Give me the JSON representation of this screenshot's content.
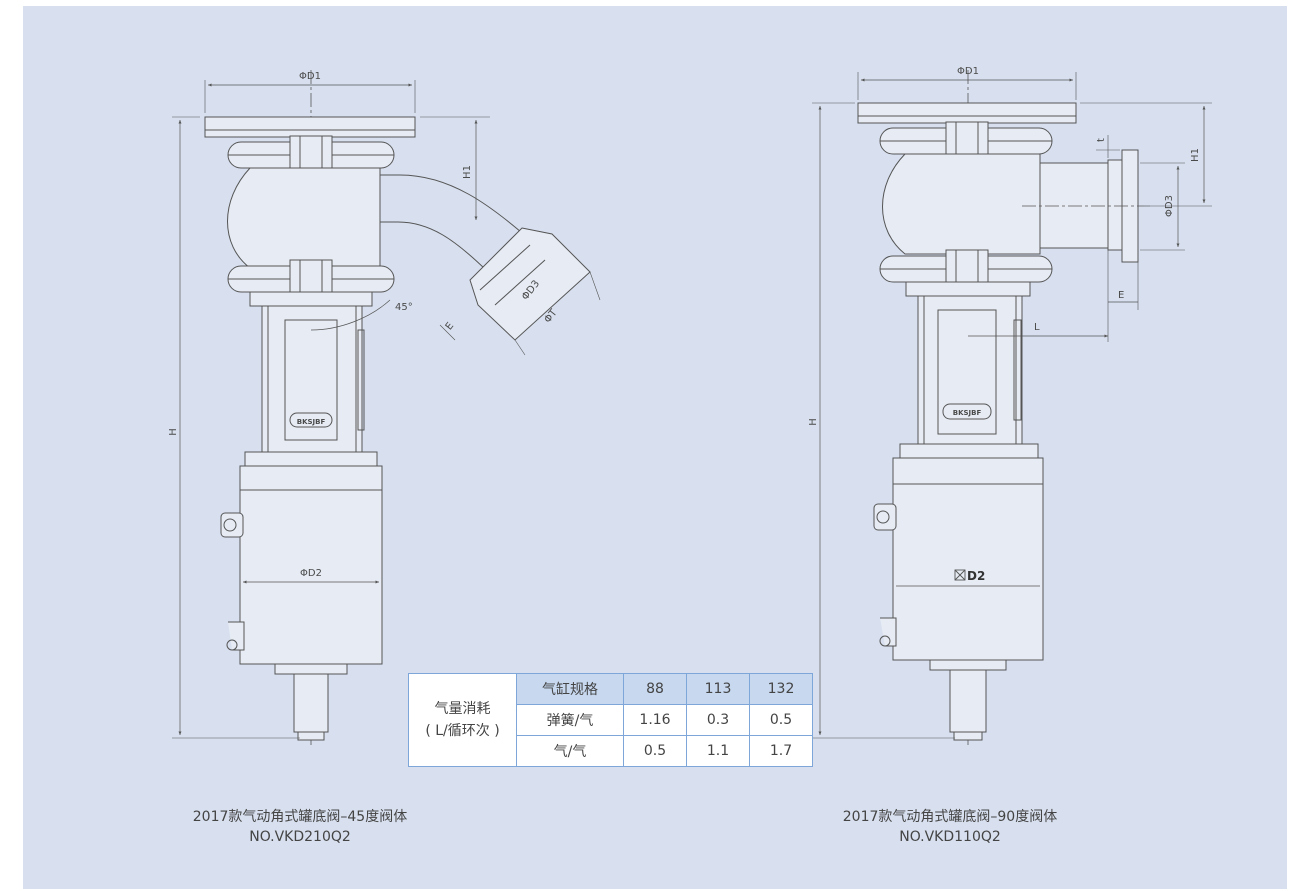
{
  "left_drawing": {
    "labels": {
      "d1": "ΦD1",
      "h1": "H1",
      "h": "H",
      "angle": "45°",
      "d3": "ΦD3",
      "t": "ΦT",
      "e": "E",
      "d2": "ΦD2",
      "brand": "BKSJBF"
    },
    "caption_line1": "2017款气动角式罐底阀–45度阀体",
    "caption_line2": "NO.VKD210Q2"
  },
  "right_drawing": {
    "labels": {
      "d1": "ΦD1",
      "h1": "H1",
      "h": "H",
      "t": "t",
      "d3": "ΦD3",
      "e": "E",
      "l": "L",
      "d2": "D2",
      "brand": "BKSJBF"
    },
    "caption_line1": "2017款气动角式罐底阀–90度阀体",
    "caption_line2": "NO.VKD110Q2"
  },
  "table": {
    "row_header_line1": "气量消耗",
    "row_header_line2": "( L/循环次 )",
    "rows": [
      {
        "label": "气缸规格",
        "values": [
          "88",
          "113",
          "132"
        ]
      },
      {
        "label": "弹簧/气",
        "values": [
          "1.16",
          "0.3",
          "0.5"
        ]
      },
      {
        "label": "气/气",
        "values": [
          "0.5",
          "1.1",
          "1.7"
        ]
      }
    ]
  },
  "colors": {
    "panel_bg": "#d8e0ef",
    "line": "#555555",
    "table_border": "#7ea6d8",
    "table_header_bg": "#c7d8ef"
  }
}
